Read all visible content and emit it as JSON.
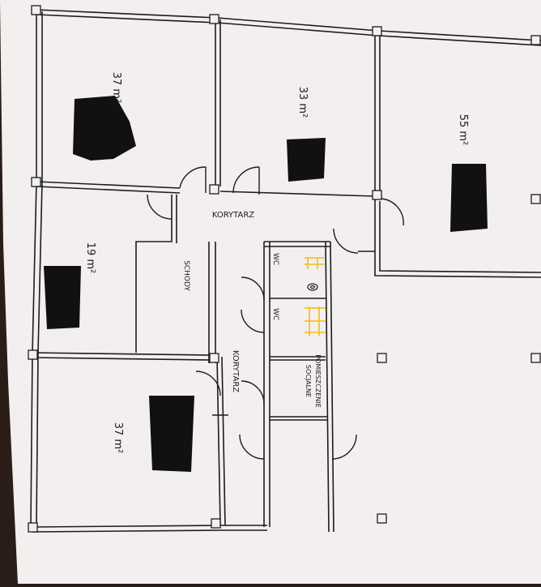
{
  "rooms": {
    "top_left_area": "37 m²",
    "top_middle_area": "33 m²",
    "top_right_area": "55 m²",
    "middle_left_area": "19 m²",
    "bottom_left_area": "37 m²"
  },
  "labels": {
    "corridor_top": "KORYTARZ",
    "corridor_vertical": "KORYTARZ",
    "stairs": "SCHODY",
    "wc_1": "WC",
    "wc_2": "WC",
    "storage_line1": "POMIESZCZENIE",
    "storage_line2": "SOCJALNE"
  },
  "colors": {
    "paper": "#f3efef",
    "ink": "#1c1c1c",
    "highlight": "#f2c22e",
    "redaction": "#111111"
  }
}
